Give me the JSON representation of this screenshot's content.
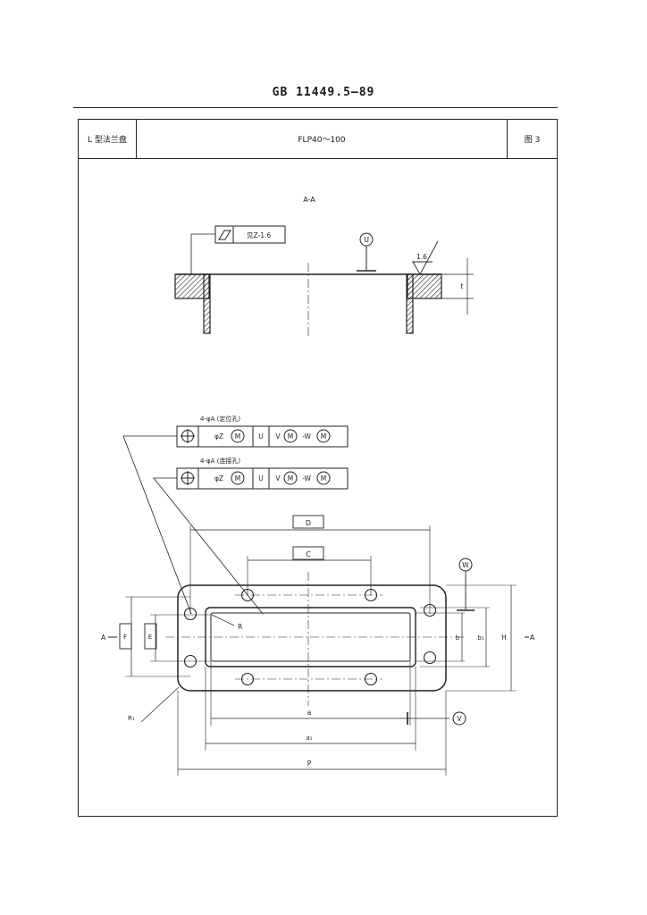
{
  "document": {
    "standard_number": "GB 11449.5—89",
    "title_row": {
      "type_label": "L 型法兰盘",
      "model_range": "FLP40～100",
      "figure_label": "图 3"
    }
  },
  "drawing": {
    "section_label": "A-A",
    "flatness_tolerance": "见Z-1.6",
    "datum_u": "U",
    "roughness": "1.6",
    "dim_thickness": "t",
    "callout_locating": {
      "label": "4-φA (定位孔)",
      "cells": [
        "φZ",
        "M",
        "U",
        "V",
        "M",
        "-W",
        "M"
      ]
    },
    "callout_connecting": {
      "label": "4-φA (连接孔)",
      "cells": [
        "φZ",
        "M",
        "U",
        "V",
        "M",
        "-W",
        "M"
      ]
    },
    "dim_D": "D",
    "dim_C": "C",
    "dim_F": "F",
    "dim_E": "E",
    "dim_R": "R",
    "dim_R1": "R₁",
    "dim_b": "b",
    "dim_b1": "b₁",
    "dim_H": "H",
    "dim_a": "a",
    "dim_a1": "a₁",
    "dim_P": "P",
    "datum_w": "W",
    "datum_v": "V",
    "section_mark_left": "A",
    "section_mark_right": "A"
  }
}
